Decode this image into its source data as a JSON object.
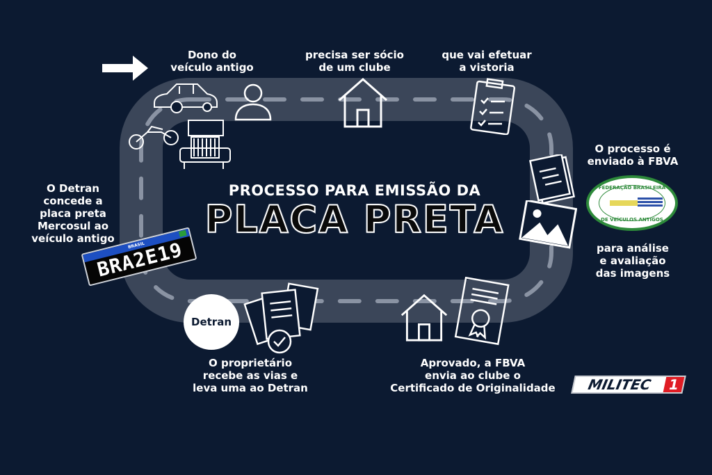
{
  "title": {
    "line1": "PROCESSO PARA EMISSÃO DA",
    "line2": "PLACA PRETA"
  },
  "steps": [
    {
      "id": "owner",
      "text": [
        "Dono do",
        "veículo antigo"
      ]
    },
    {
      "id": "club",
      "text": [
        "precisa ser sócio",
        "de um clube"
      ]
    },
    {
      "id": "inspection",
      "text": [
        "que vai efetuar",
        "a vistoria"
      ]
    },
    {
      "id": "fbva_sent",
      "text": [
        "O processo é",
        "enviado à FBVA"
      ]
    },
    {
      "id": "analysis",
      "text": [
        "para análise",
        "e avaliação",
        "das imagens"
      ]
    },
    {
      "id": "approved",
      "text": [
        "Aprovado, a FBVA",
        "envia ao clube o",
        "Certificado de Originalidade"
      ]
    },
    {
      "id": "owner_detran",
      "text": [
        "O proprietário",
        "recebe as vias e",
        "leva uma ao Detran"
      ]
    },
    {
      "id": "detran_grants",
      "text": [
        "O Detran",
        "concede a",
        "placa preta",
        "Mercosul ao",
        "veículo antigo"
      ]
    }
  ],
  "detran_badge": "Detran",
  "plate": {
    "country": "BRASIL",
    "number": "BRA2E19"
  },
  "fbva_logo": {
    "top": "FEDERAÇÃO BRASILEIRA",
    "bottom": "DE VEÍCULOS ANTIGOS"
  },
  "brand": {
    "name": "MILITEC",
    "number": "1",
    "accent": "#e01c24"
  },
  "colors": {
    "background": "#0c1a31",
    "road": "#3b4659",
    "road_dash": "#8a93a3"
  },
  "icons": [
    "arrow-right-icon",
    "car-icon",
    "motorcycle-icon",
    "truck-icon",
    "person-icon",
    "house-icon",
    "clipboard-icon",
    "document-icon",
    "image-icon",
    "certificate-icon",
    "documents-check-icon"
  ]
}
